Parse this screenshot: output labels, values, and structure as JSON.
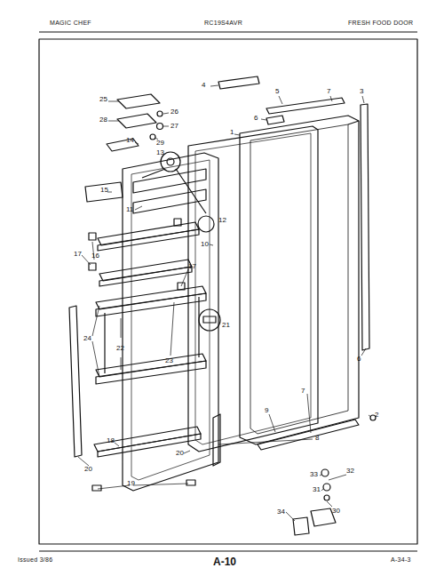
{
  "diagram": {
    "labels": [
      "MAGIC CHEF",
      "RC19S4AVR",
      "FRESH FOOD DOOR",
      "Issued 3/86",
      "A-10",
      "A-34-3",
      "1",
      "2",
      "3",
      "4",
      "5",
      "6",
      "6",
      "7",
      "7",
      "8",
      "9",
      "10",
      "11",
      "12",
      "13",
      "14",
      "15",
      "16",
      "17",
      "17",
      "18",
      "19",
      "20",
      "20",
      "21",
      "22",
      "23",
      "24",
      "25",
      "26",
      "27",
      "28",
      "29",
      "30",
      "31",
      "32",
      "33",
      "34"
    ]
  }
}
